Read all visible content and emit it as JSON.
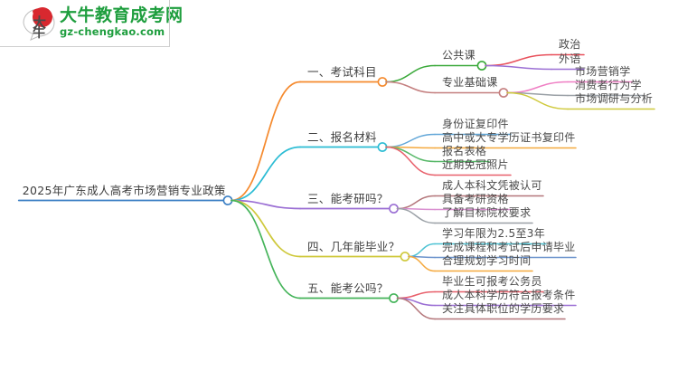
{
  "logo": {
    "mark_text": "大牛",
    "title": "大牛教育成考网",
    "domain": "gz-chengkao.com",
    "brand_green": "#1e9e3e",
    "brand_red": "#d8282f"
  },
  "mindmap": {
    "root": {
      "label": "2025年广东成人高考市场营销专业政策",
      "color": "#3b7fc4"
    },
    "branches": [
      {
        "label": "一、考试科目",
        "color": "#f58a2e",
        "children": [
          {
            "label": "公共课",
            "color": "#3aa93a",
            "children": [
              {
                "label": "政治",
                "color": "#e8505b"
              },
              {
                "label": "外语",
                "color": "#9b6fd4"
              }
            ]
          },
          {
            "label": "专业基础课",
            "color": "#c47f7f",
            "children": [
              {
                "label": "市场营销学",
                "color": "#ef7fc4"
              },
              {
                "label": "消费者行为学",
                "color": "#9aa0a6"
              },
              {
                "label": "市场调研与分析",
                "color": "#cfc93c"
              }
            ]
          }
        ]
      },
      {
        "label": "二、报名材料",
        "color": "#2bbcd4",
        "children": [
          {
            "label": "身份证复印件",
            "color": "#63a7d8"
          },
          {
            "label": "高中或大专学历证书复印件",
            "color": "#f5a93e"
          },
          {
            "label": "报名表格",
            "color": "#57b868"
          },
          {
            "label": "近期免冠照片",
            "color": "#e8606b"
          }
        ]
      },
      {
        "label": "三、能考研吗？",
        "color": "#9b6fd4",
        "children": [
          {
            "label": "成人本科文凭被认可",
            "color": "#b4767a"
          },
          {
            "label": "具备考研资格",
            "color": "#d98fd0"
          },
          {
            "label": "了解目标院校要求",
            "color": "#9aa0a6"
          }
        ]
      },
      {
        "label": "四、几年能毕业？",
        "color": "#cfc93c",
        "children": [
          {
            "label": "学习年限为2.5至3年",
            "color": "#4fc3d4"
          },
          {
            "label": "完成课程和考试后申请毕业",
            "color": "#6a92cc"
          },
          {
            "label": "合理规划学习时间",
            "color": "#f5a93e"
          }
        ]
      },
      {
        "label": "五、能考公吗？",
        "color": "#45b45a",
        "children": [
          {
            "label": "毕业生可报考公务员",
            "color": "#e8606b"
          },
          {
            "label": "成人本科学历符合报考条件",
            "color": "#9b6fd4"
          },
          {
            "label": "关注具体职位的学历要求",
            "color": "#b4767a"
          }
        ]
      }
    ]
  }
}
